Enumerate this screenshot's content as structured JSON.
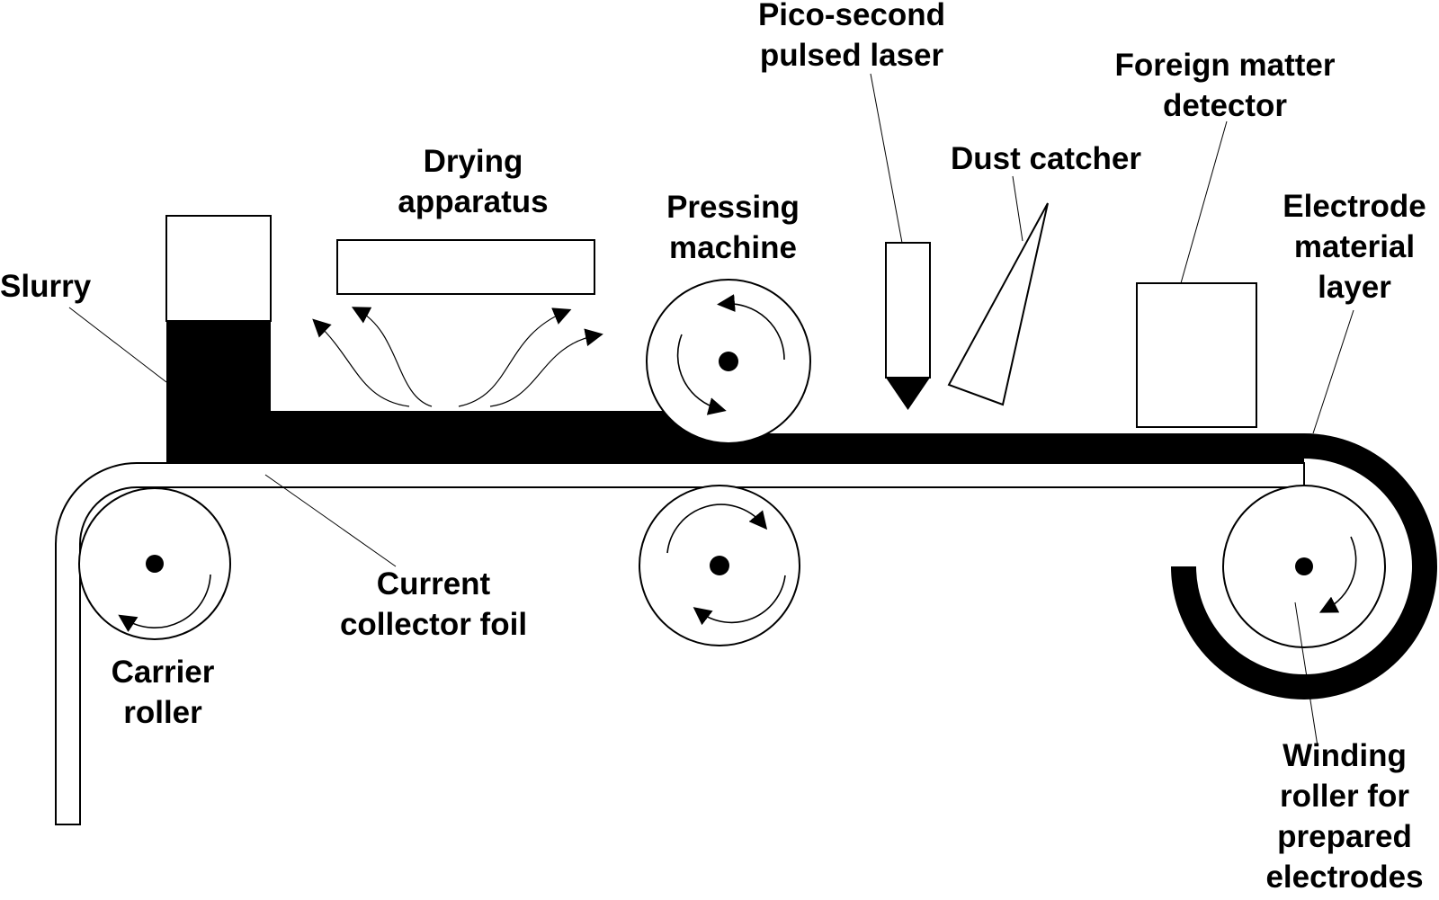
{
  "labels": {
    "slurry": "Slurry",
    "drying": [
      "Drying",
      "apparatus"
    ],
    "pressing": [
      "Pressing",
      "machine"
    ],
    "laser": [
      "Pico-second",
      "pulsed laser"
    ],
    "dust": "Dust catcher",
    "detector": [
      "Foreign matter",
      "detector"
    ],
    "electrode_layer": [
      "Electrode",
      "material",
      "layer"
    ],
    "foil": [
      "Current",
      "collector foil"
    ],
    "carrier": [
      "Carrier",
      "roller"
    ],
    "winding": [
      "Winding",
      "roller for",
      "prepared",
      "electrodes"
    ]
  },
  "colors": {
    "ink": "#000000",
    "paper": "#ffffff"
  }
}
